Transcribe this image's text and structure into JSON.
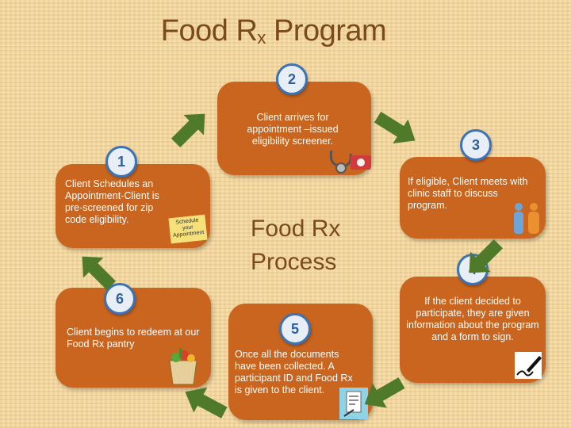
{
  "title": {
    "main": "Food R",
    "sub": "x",
    "rest": " Program"
  },
  "center": {
    "line1": "Food Rx",
    "line2": "Process"
  },
  "steps": [
    {
      "num": "1",
      "text": "Client Schedules an Appointment-Client is pre-screened for zip code eligibility."
    },
    {
      "num": "2",
      "text": "Client arrives for appointment –issued eligibility screener."
    },
    {
      "num": "3",
      "text": "If eligible, Client meets with clinic staff to discuss program."
    },
    {
      "num": "4",
      "text": "If the client decided to participate, they are given information about the program and a form to sign."
    },
    {
      "num": "5",
      "text": "Once all the documents have been collected. A participant ID and Food Rx is given to the client."
    },
    {
      "num": "6",
      "text": "Client  begins to redeem at our Food Rx pantry"
    }
  ],
  "note": {
    "line1": "Schedule",
    "line2": "your",
    "line3": "Appointment"
  },
  "colors": {
    "box": "#c9651e",
    "arrow": "#4f7a2a",
    "circle_border": "#3b73b9",
    "title": "#7a4a1c"
  }
}
